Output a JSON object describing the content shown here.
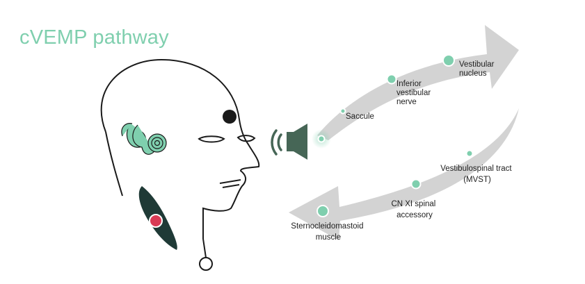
{
  "title": "cVEMP pathway",
  "colors": {
    "title": "#7fcfae",
    "node": "#7fcfae",
    "node_stroke": "#ffffff",
    "arrow": "#d3d3d3",
    "outline": "#1a1a1a",
    "speaker": "#466656",
    "muscle": "#1f3a36",
    "muscle_dot": "#d93b55",
    "ear": "#7fcfae"
  },
  "icons": {
    "speaker": "speaker-icon",
    "sound_waves": "sound-waves-icon"
  },
  "pathway": {
    "upper": [
      {
        "id": "saccule",
        "lines": [
          "Saccule"
        ]
      },
      {
        "id": "inferior-vestibular-nerve",
        "lines": [
          "Inferior",
          "vestibular",
          "nerve"
        ]
      },
      {
        "id": "vestibular-nucleus",
        "lines": [
          "Vestibular",
          "nucleus"
        ]
      }
    ],
    "lower": [
      {
        "id": "vestibulospinal-tract",
        "lines": [
          "Vestibulospinal tract",
          "(MVST)"
        ]
      },
      {
        "id": "cn-xi-spinal-accessory",
        "lines": [
          "CN XI spinal",
          "accessory"
        ]
      },
      {
        "id": "sternocleidomastoid-muscle",
        "lines": [
          "Sternocleidomastoid",
          "muscle"
        ]
      }
    ]
  }
}
